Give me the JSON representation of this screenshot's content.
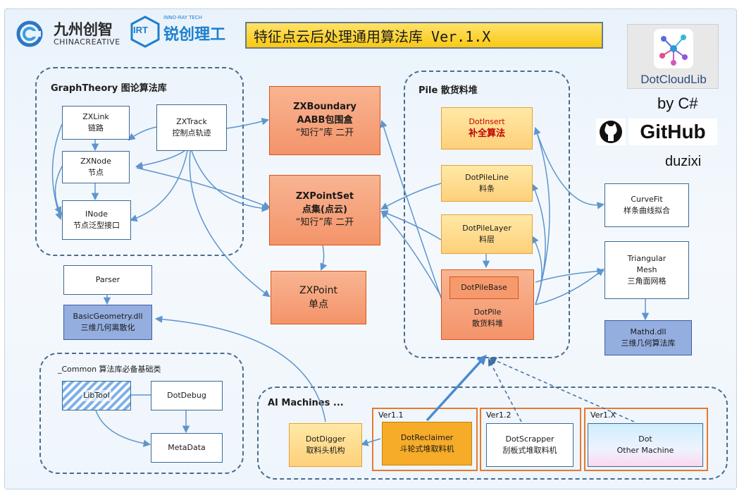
{
  "logos": {
    "jiuzhou_cn": "九州创智",
    "jiuzhou_en": "CHINACREATIVE",
    "irt_badge": "IRT",
    "irt_tag": "INNO-RAY TECH",
    "irt_cn": "锐创理工"
  },
  "title": "特征点云后处理通用算法库 Ver.1.X",
  "brand": {
    "name": "DotCloudLib",
    "by": "by C#",
    "github": "GitHub",
    "author": "duzixi"
  },
  "groups": {
    "graph": "GraphTheory 图论算法库",
    "pile": "Pile 散货料堆",
    "common": "_Common  算法库必备基础类",
    "ai": "AI Machines ..."
  },
  "nodes": {
    "zxlink": {
      "l1": "ZXLink",
      "l2": "链路"
    },
    "zxtrack": {
      "l1": "ZXTrack",
      "l2": "控制点轨迹"
    },
    "zxnode": {
      "l1": "ZXNode",
      "l2": "节点"
    },
    "inode": {
      "l1": "INode",
      "l2": "节点泛型接口"
    },
    "parser": {
      "l1": "Parser"
    },
    "basicgeo": {
      "l1": "BasicGeometry.dll",
      "l2": "三维几何离散化"
    },
    "zxboundary": {
      "l1": "ZXBoundary",
      "l2": "AABB包围盒",
      "l3": "“知行”库 二开"
    },
    "zxpointset": {
      "l1": "ZXPointSet",
      "l2": "点集(点云)",
      "l3": "“知行”库 二开"
    },
    "zxpoint": {
      "l1": "ZXPoint",
      "l2": "单点"
    },
    "dotinsert": {
      "l1": "DotInsert",
      "l2": "补全算法"
    },
    "dotpileline": {
      "l1": "DotPileLine",
      "l2": "料条"
    },
    "dotpilelayer": {
      "l1": "DotPileLayer",
      "l2": "料层"
    },
    "dotpile": {
      "inner": "DotPileBase",
      "l1": "DotPile",
      "l2": "散货料堆"
    },
    "curvefit": {
      "l1": "CurveFit",
      "l2": "样条曲线拟合"
    },
    "trimesh": {
      "l1": "Triangular",
      "l2": "Mesh",
      "l3": "三角面网格"
    },
    "mathd": {
      "l1": "Mathd.dll",
      "l2": "三维几何算法库"
    },
    "libtool": {
      "l1": "LibTool"
    },
    "dotdebug": {
      "l1": "DotDebug"
    },
    "metadata": {
      "l1": "MetaData"
    },
    "dotdigger": {
      "l1": "DotDigger",
      "l2": "取料头机构"
    },
    "dotreclaimer": {
      "l1": "DotReclaimer",
      "l2": "斗轮式堆取料机"
    },
    "dotscrapper": {
      "l1": "DotScrapper",
      "l2": "刮板式堆取料机"
    },
    "dotother": {
      "l1": "Dot",
      "l2": "Other Machine"
    }
  },
  "versions": {
    "v11": "Ver1.1",
    "v12": "Ver1.2",
    "v1x": "Ver1.X"
  },
  "icons": {
    "jiuzhou": "jiuzhou-logo-icon",
    "irt": "irt-logo-icon",
    "dotcloud": "dotcloud-network-icon",
    "github": "github-octocat-icon"
  },
  "colors": {
    "salmon": "#f4946a",
    "yellow": "#fed07a",
    "gold": "#f6ac28",
    "blue": "#94aee0",
    "version_border": "#e57a2e",
    "link": "#5e95cc",
    "dotinsert_text": "#c00000"
  }
}
